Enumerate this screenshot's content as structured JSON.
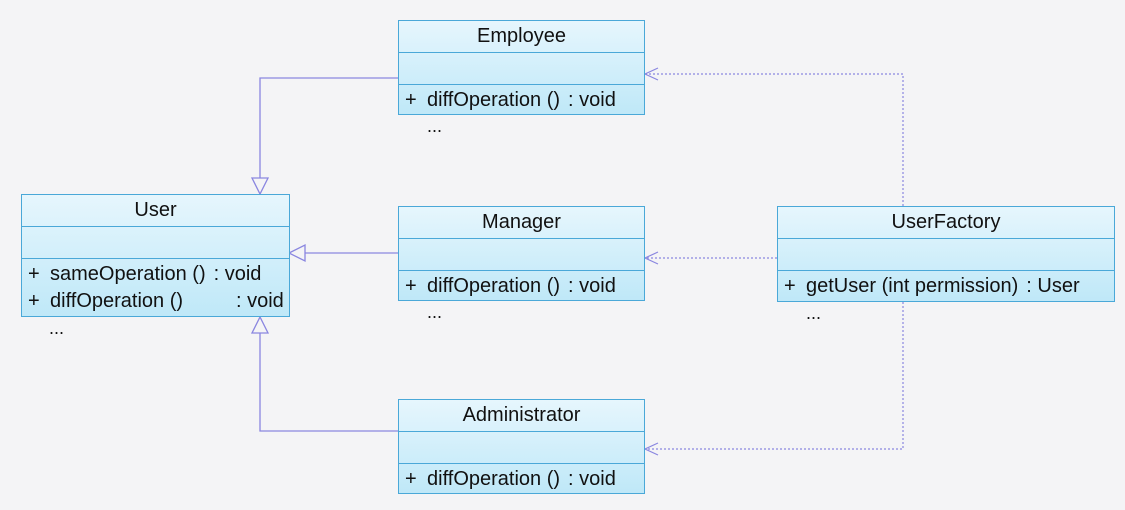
{
  "classes": {
    "user": {
      "name": "User",
      "operations": [
        {
          "visibility": "+",
          "name": "sameOperation ()",
          "type": ": void"
        },
        {
          "visibility": "+",
          "name": "diffOperation ()",
          "type": ": void"
        }
      ],
      "more": "..."
    },
    "employee": {
      "name": "Employee",
      "operations": [
        {
          "visibility": "+",
          "name": "diffOperation ()",
          "type": ": void"
        }
      ],
      "more": "..."
    },
    "manager": {
      "name": "Manager",
      "operations": [
        {
          "visibility": "+",
          "name": "diffOperation ()",
          "type": ": void"
        }
      ],
      "more": "..."
    },
    "administrator": {
      "name": "Administrator",
      "operations": [
        {
          "visibility": "+",
          "name": "diffOperation ()",
          "type": ": void"
        }
      ]
    },
    "userfactory": {
      "name": "UserFactory",
      "operations": [
        {
          "visibility": "+",
          "name": "getUser (int permission)",
          "type": ": User"
        }
      ],
      "more": "..."
    }
  },
  "colors": {
    "class_border": "#4aa8d8",
    "class_fill_top": "#e6f6fd",
    "class_fill_bottom": "#bfe8f8",
    "connector": "#8a86e0",
    "background": "#f4f4f6"
  }
}
